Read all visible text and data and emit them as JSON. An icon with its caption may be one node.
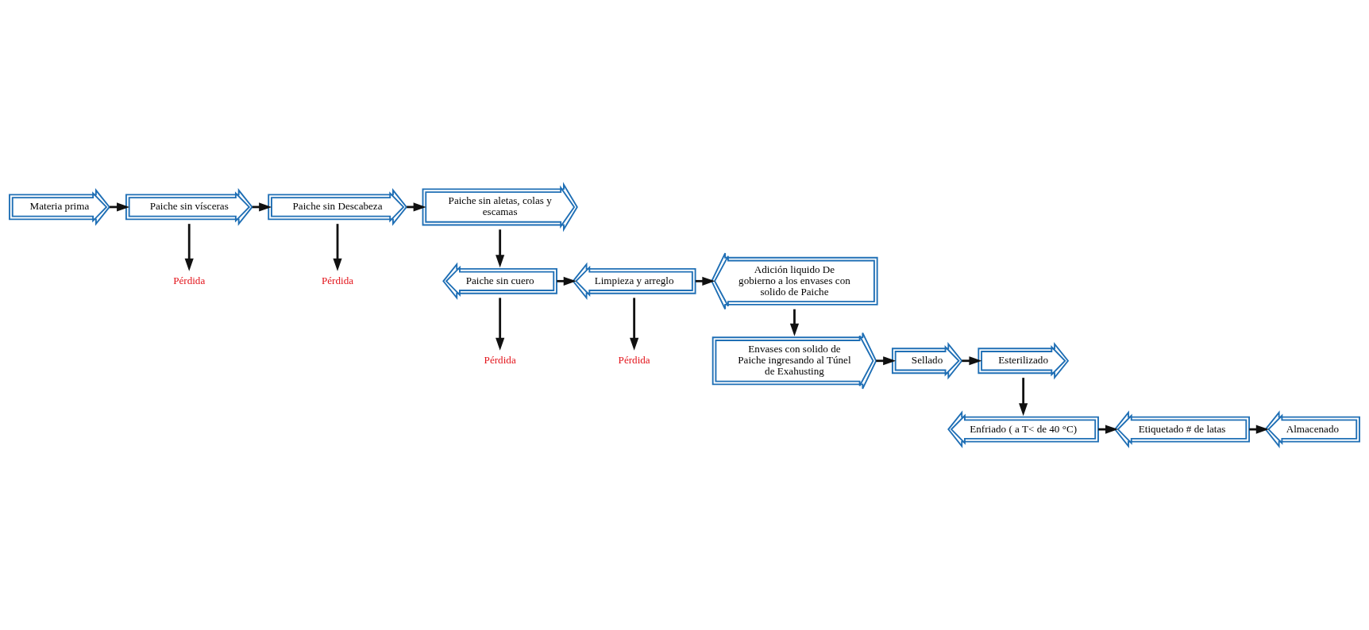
{
  "diagram": {
    "nodes": [
      {
        "text": [
          "Materia prima"
        ]
      },
      {
        "text": [
          "Paiche sin vísceras"
        ]
      },
      {
        "text": [
          "Paiche sin Descabeza"
        ]
      },
      {
        "text": [
          "Paiche sin aletas, colas y escamas"
        ]
      },
      {
        "text": [
          "Pérdida"
        ]
      },
      {
        "text": [
          "Pérdida"
        ]
      },
      {
        "text": [
          "Adición liquido De gobierno a los envases con solido de Paiche"
        ]
      },
      {
        "text": [
          "Limpieza y arreglo"
        ]
      },
      {
        "text": [
          "Paiche sin cuero"
        ]
      },
      {
        "text": [
          "Pérdida"
        ]
      },
      {
        "text": [
          "Pérdida"
        ]
      },
      {
        "text": [
          "Envases con solido de Paiche ingresando al Túnel de Exahusting"
        ]
      },
      {
        "text": [
          "Sellado"
        ]
      },
      {
        "text": [
          "Esterilizado"
        ]
      },
      {
        "text": [
          "Almacenado"
        ]
      },
      {
        "text": [
          "Etiquetado # de latas"
        ]
      },
      {
        "text": [
          "Enfriado ( a T< de 40 °C)"
        ]
      }
    ],
    "edges": [
      {
        "from": 0,
        "to": 1,
        "arrow": "to"
      },
      {
        "from": 1,
        "to": 2,
        "arrow": "to"
      },
      {
        "from": 2,
        "to": 3,
        "arrow": "to"
      },
      {
        "from": 1,
        "to": 4,
        "arrow": "to"
      },
      {
        "from": 2,
        "to": 5,
        "arrow": "to"
      },
      {
        "from": 3,
        "to": 8,
        "arrow": "to"
      },
      {
        "from": 8,
        "to": 7,
        "arrow": "to"
      },
      {
        "from": 7,
        "to": 6,
        "arrow": "to"
      },
      {
        "from": 7,
        "to": 9,
        "arrow": "to"
      },
      {
        "from": 8,
        "to": 10,
        "arrow": "to"
      },
      {
        "from": 6,
        "to": 11,
        "arrow": "to"
      },
      {
        "from": 11,
        "to": 12,
        "arrow": "to"
      },
      {
        "from": 12,
        "to": 13,
        "arrow": "to"
      },
      {
        "from": 13,
        "to": 16,
        "arrow": "to"
      },
      {
        "from": 16,
        "to": 15,
        "arrow": "to"
      },
      {
        "from": 15,
        "to": 14,
        "arrow": "to"
      }
    ]
  }
}
